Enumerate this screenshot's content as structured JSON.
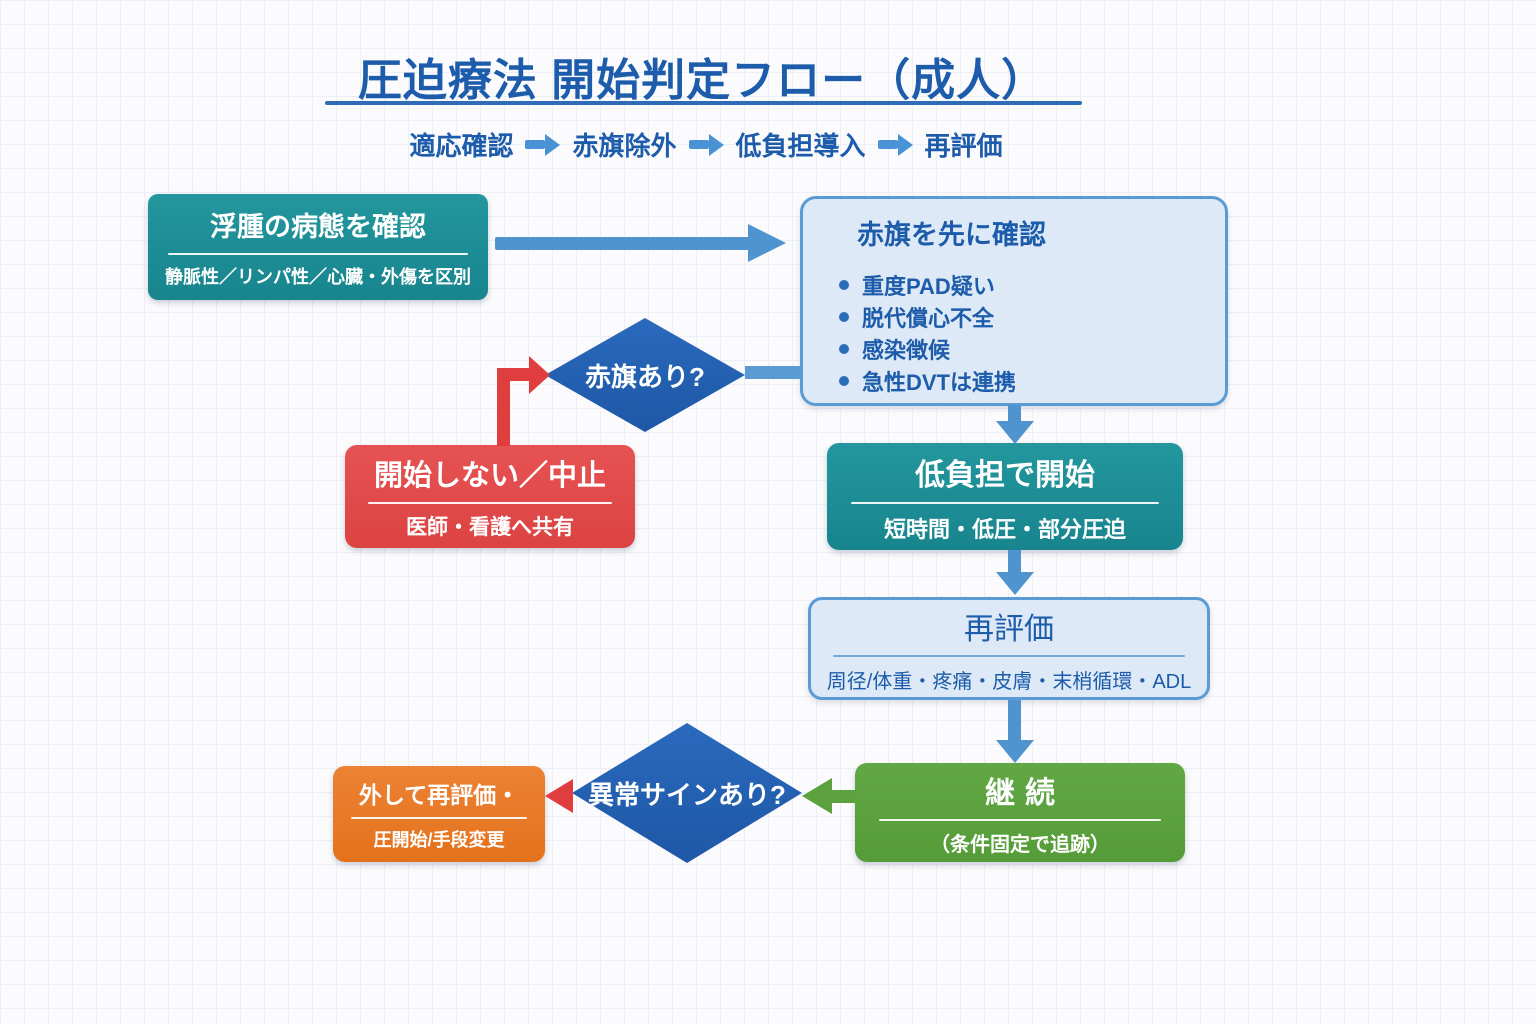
{
  "header": {
    "title": "圧迫療法 開始判定フロー（成人）",
    "steps": [
      "適応確認",
      "赤旗除外",
      "低負担導入",
      "再評価"
    ]
  },
  "nodes": {
    "edema": {
      "title": "浮腫の病態を確認",
      "subtitle": "静脈性／リンパ性／心臓・外傷を区別"
    },
    "redflags": {
      "title": "赤旗を先に確認",
      "bullets": [
        "重度PAD疑い",
        "脱代償心不全",
        "感染徴候",
        "急性DVTは連携"
      ]
    },
    "redflag_decision": {
      "label": "赤旗あり?"
    },
    "stop": {
      "title": "開始しない／中止",
      "subtitle": "医師・看護へ共有"
    },
    "startlow": {
      "title": "低負担で開始",
      "subtitle": "短時間・低圧・部分圧迫"
    },
    "reeval": {
      "title": "再評価",
      "subtitle": "周径/体重・疼痛・皮膚・末梢循環・ADL"
    },
    "abnormal_decision": {
      "label": "異常サインあり?"
    },
    "remove": {
      "title": "外して再評価・",
      "subtitle": "圧開始/手段変更"
    },
    "continue": {
      "title": "継続",
      "subtitle": "（条件固定で追跡）"
    }
  },
  "colors": {
    "title_blue": "#1d5cab",
    "diamond_blue": "#2160ae",
    "teal": "#1e8e96",
    "light_fill": "#dde9f6",
    "light_border": "#5b9bd5",
    "red": "#e04a4a",
    "orange": "#e8781f",
    "green": "#5ba23e",
    "arrow_blue": "#4f93cf"
  }
}
